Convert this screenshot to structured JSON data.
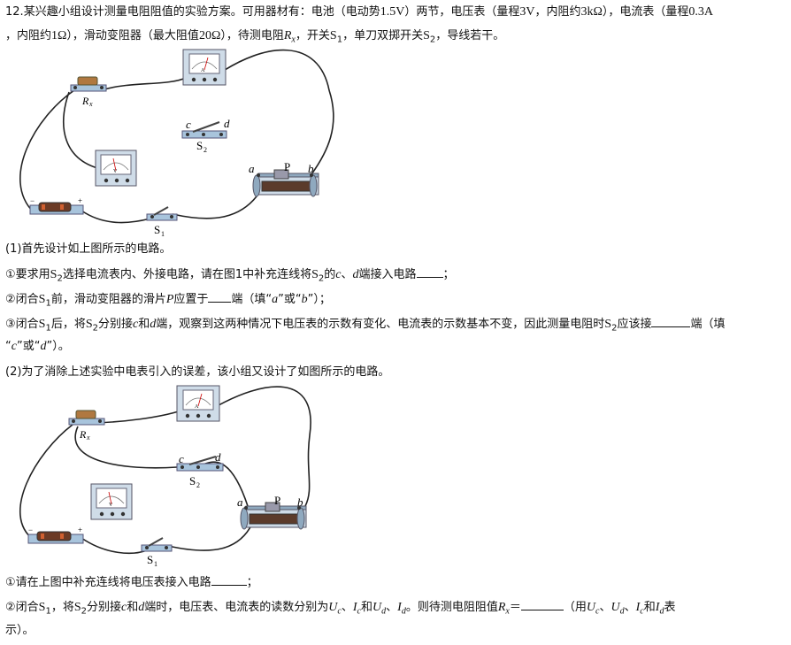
{
  "problem": {
    "number": "12.",
    "intro": "某兴趣小组设计测量电阻阻值的实验方案。可用器材有：电池（电动势1.5V）两节，电压表（量程3V，内阻约3kΩ），电流表（量程0.3A",
    "intro_cont": "，内阻约1Ω），滑动变阻器（最大阻值20Ω），待测电阻Rx，开关S1，单刀双掷开关S2，导线若干。"
  },
  "figure1": {
    "labels": {
      "rx": "R",
      "rx_sub": "x",
      "c": "c",
      "d": "d",
      "s2": "S",
      "s2_sub": "2",
      "s1": "S",
      "s1_sub": "1",
      "a": "a",
      "b": "b",
      "p": "P"
    }
  },
  "part1": {
    "heading": "(1)首先设计如上图所示的电路。",
    "q1": "①要求用S2选择电流表内、外接电路，请在图1中补充连线将S2的c、d端接入电路____；",
    "q2": "②闭合S1前，滑动变阻器的滑片P应置于___端（填“a”或“b”）；",
    "q3": "③闭合S1后，将S2分别接c和d端，观察到这两种情况下电压表的示数有变化、电流表的示数基本不变，因此测量电阻时S2应该接______端（填",
    "q3_cont": "“c”或“d”）。"
  },
  "part2": {
    "heading": "(2)为了消除上述实验中电表引入的误差，该小组又设计了如图所示的电路。",
    "q1": "①请在上图中补充连线将电压表接入电路______；",
    "q2": "②闭合S1，将S2分别接c和d端时，电压表、电流表的读数分别为Uc、Ic和Ud、Id。则待测电阻阻值Rx＝_______（用Uc、Ud、Ic和Id表",
    "q2_cont": "示）。"
  },
  "figure2": {
    "labels": {
      "rx": "R",
      "rx_sub": "x",
      "c": "c",
      "d": "d",
      "s2": "S",
      "s2_sub": "2",
      "s1": "S",
      "s1_sub": "1",
      "a": "a",
      "b": "b",
      "p": "P"
    }
  }
}
